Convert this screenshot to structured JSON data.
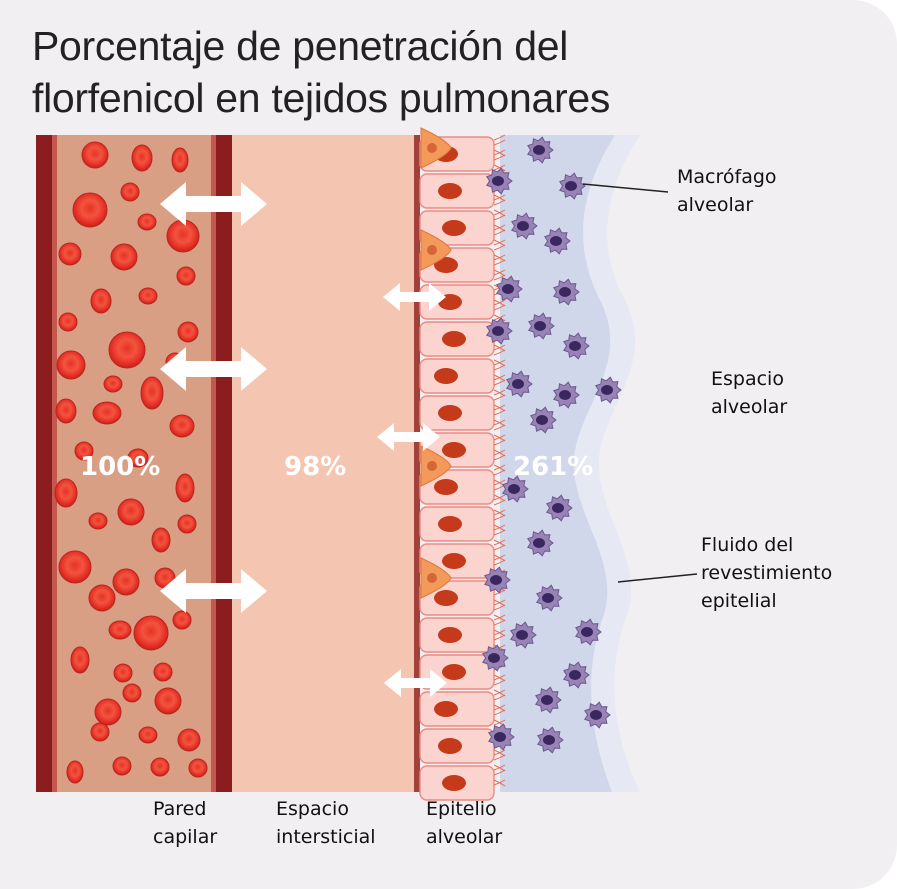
{
  "title": {
    "line1": "Porcentaje de penetración del",
    "line2": "florfenicol en tejidos pulmonares"
  },
  "percentages": {
    "capillary": "100%",
    "interstitial": "98%",
    "alveolar": "261%"
  },
  "labels": {
    "macrophage": {
      "line1": "Macrófago",
      "line2": "alveolar"
    },
    "alveolar_space": {
      "line1": "Espacio",
      "line2": "alveolar"
    },
    "lining_fluid": {
      "line1": "Fluido del",
      "line2": "revestimiento",
      "line3": "epitelial"
    },
    "capillary_wall": {
      "line1": "Pared",
      "line2": "capilar"
    },
    "interstitial_space": {
      "line1": "Espacio",
      "line2": "intersticial"
    },
    "alveolar_epithelium": {
      "line1": "Epitelio",
      "line2": "alveolar"
    }
  },
  "colors": {
    "background": "#f2eff2",
    "capillary_fill": "#d99f85",
    "capillary_wall": "#8c1d1f",
    "interstitium": "#f4c6b1",
    "epithelial_cell": "#fbd4cf",
    "nucleus": "#c53a1b",
    "type2_cell": "#f39a5a",
    "lining_fluid": "#d0d7ea",
    "macrophage": "#9784b4",
    "red_cell": "#e8332a",
    "arrow": "#ffffff"
  }
}
